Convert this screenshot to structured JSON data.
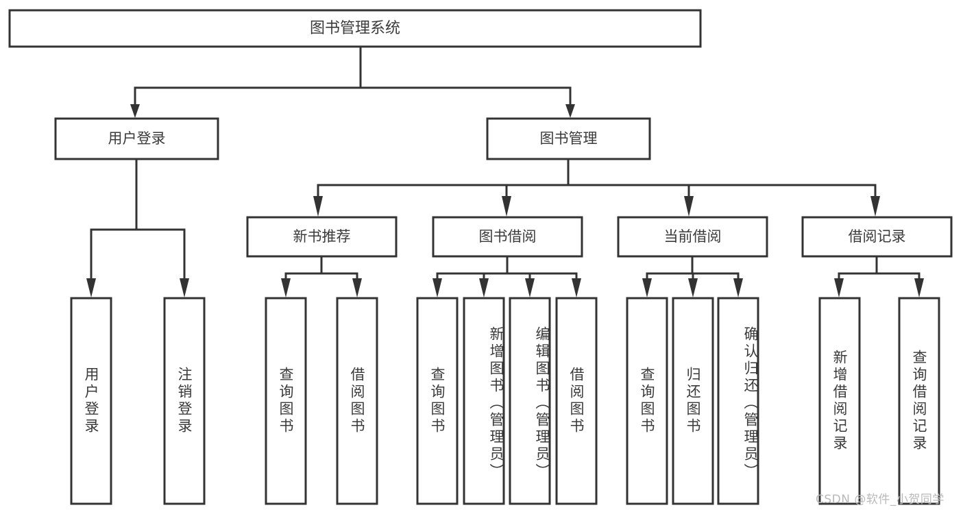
{
  "diagram": {
    "type": "tree-hierarchy",
    "title": "图书管理系统",
    "root": {
      "id": "root",
      "label": "图书管理系统"
    },
    "level2": [
      {
        "id": "user-login",
        "label": "用户登录"
      },
      {
        "id": "book-manage",
        "label": "图书管理"
      }
    ],
    "level3": [
      {
        "id": "new-book-recommend",
        "label": "新书推荐",
        "parent": "book-manage"
      },
      {
        "id": "book-borrow",
        "label": "图书借阅",
        "parent": "book-manage"
      },
      {
        "id": "current-borrow",
        "label": "当前借阅",
        "parent": "book-manage"
      },
      {
        "id": "borrow-record",
        "label": "借阅记录",
        "parent": "book-manage"
      }
    ],
    "leaves": [
      {
        "id": "leaf-user-login",
        "label": "用户登录",
        "parent": "user-login"
      },
      {
        "id": "leaf-user-logout",
        "label": "注销登录",
        "parent": "user-login"
      },
      {
        "id": "leaf-query-book-1",
        "label": "查询图书",
        "parent": "new-book-recommend"
      },
      {
        "id": "leaf-borrow-book-1",
        "label": "借阅图书",
        "parent": "new-book-recommend"
      },
      {
        "id": "leaf-query-book-2",
        "label": "查询图书",
        "parent": "book-borrow"
      },
      {
        "id": "leaf-add-book",
        "label": "新增图书（管理员）",
        "parent": "book-borrow"
      },
      {
        "id": "leaf-edit-book",
        "label": "编辑图书（管理员）",
        "parent": "book-borrow"
      },
      {
        "id": "leaf-borrow-book-2",
        "label": "借阅图书",
        "parent": "book-borrow"
      },
      {
        "id": "leaf-query-book-3",
        "label": "查询图书",
        "parent": "current-borrow"
      },
      {
        "id": "leaf-return-book",
        "label": "归还图书",
        "parent": "current-borrow"
      },
      {
        "id": "leaf-confirm-return",
        "label": "确认归还（管理员）",
        "parent": "current-borrow"
      },
      {
        "id": "leaf-add-record",
        "label": "新增借阅记录",
        "parent": "borrow-record"
      },
      {
        "id": "leaf-query-record",
        "label": "查询借阅记录",
        "parent": "borrow-record"
      }
    ]
  },
  "watermark": {
    "text": "CSDN @软件_小贺同学"
  },
  "colors": {
    "stroke": "#333333",
    "text": "#3a3a3a",
    "background": "#ffffff",
    "watermark": "#b9b9b9"
  }
}
